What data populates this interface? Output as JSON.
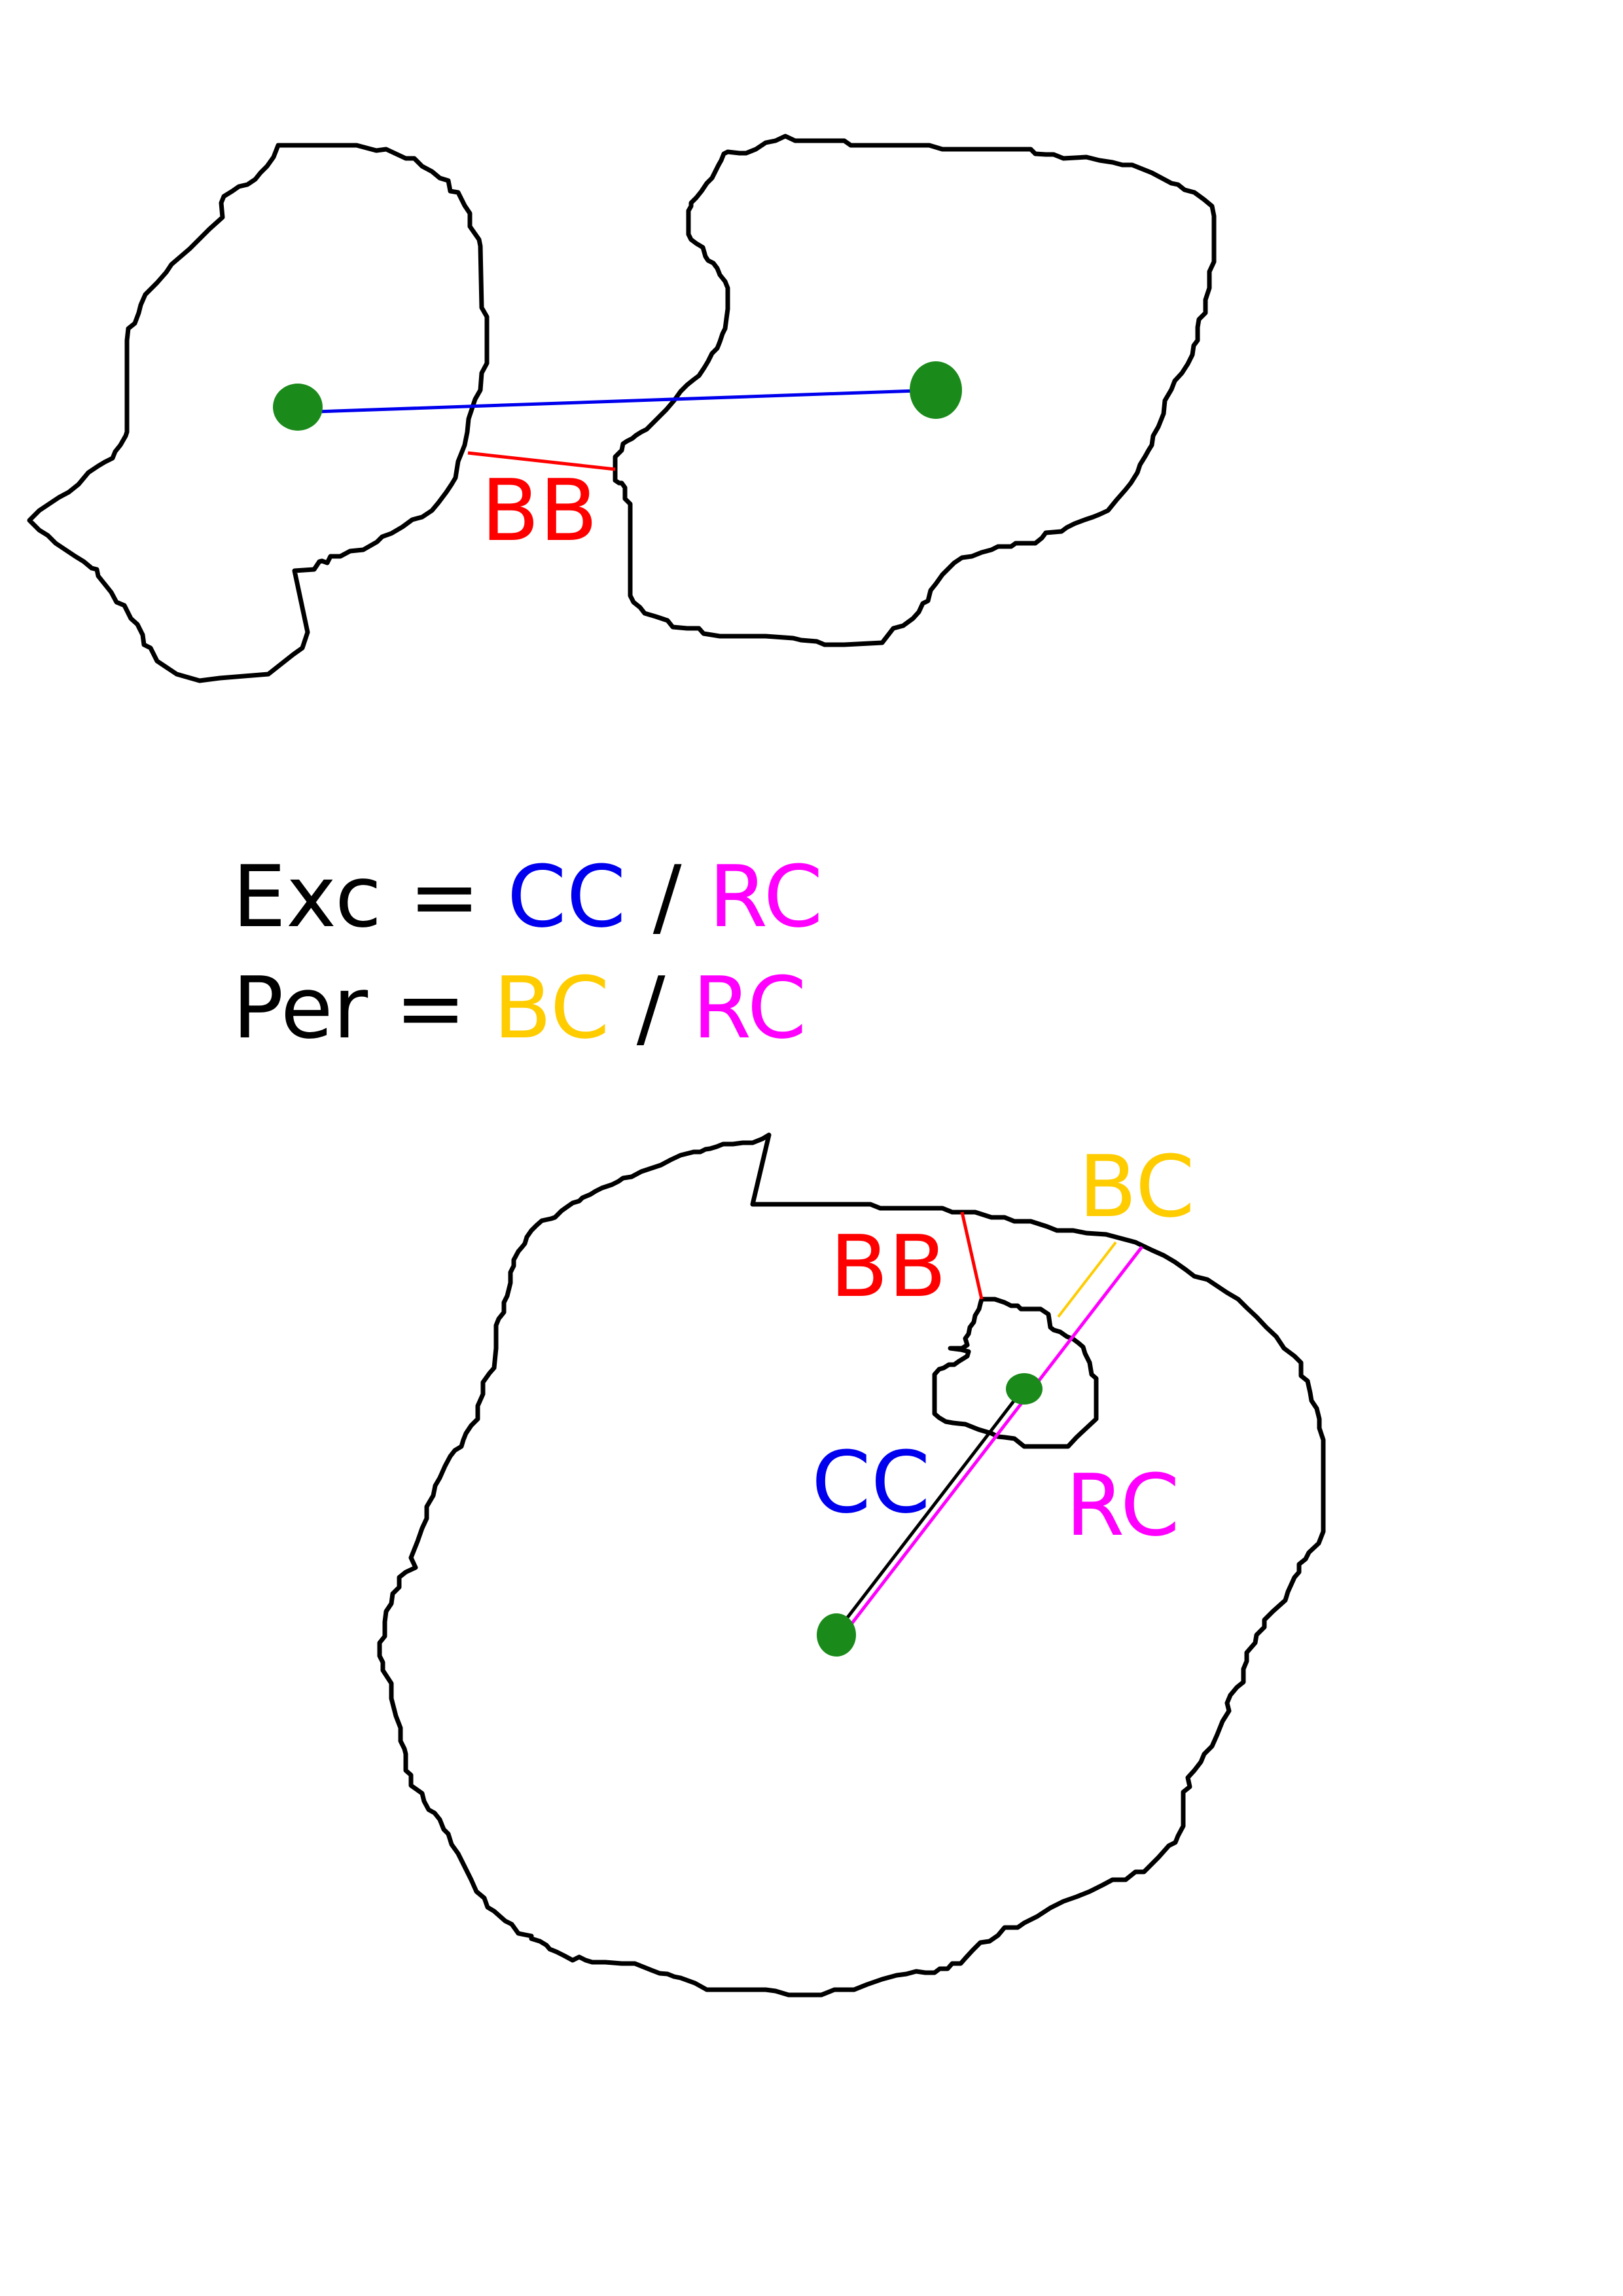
{
  "colors": {
    "outline": "#000000",
    "center_dot": "#1a8a1a",
    "cc": "#0000ee",
    "bb": "#ff0000",
    "bc": "#ffcc00",
    "rc": "#ff00ff",
    "text": "#000000"
  },
  "top_diagram": {
    "bb_label": "BB"
  },
  "formulas": {
    "exc": {
      "name": "Exc",
      "eq": " = ",
      "numerator": "CC",
      "slash": " / ",
      "denominator": "RC"
    },
    "per": {
      "name": "Per",
      "eq": " = ",
      "numerator": "BC",
      "slash": " / ",
      "denominator": "RC"
    }
  },
  "bottom_diagram": {
    "bc_label": "BC",
    "bb_label": "BB",
    "cc_label": "CC",
    "rc_label": "RC"
  }
}
